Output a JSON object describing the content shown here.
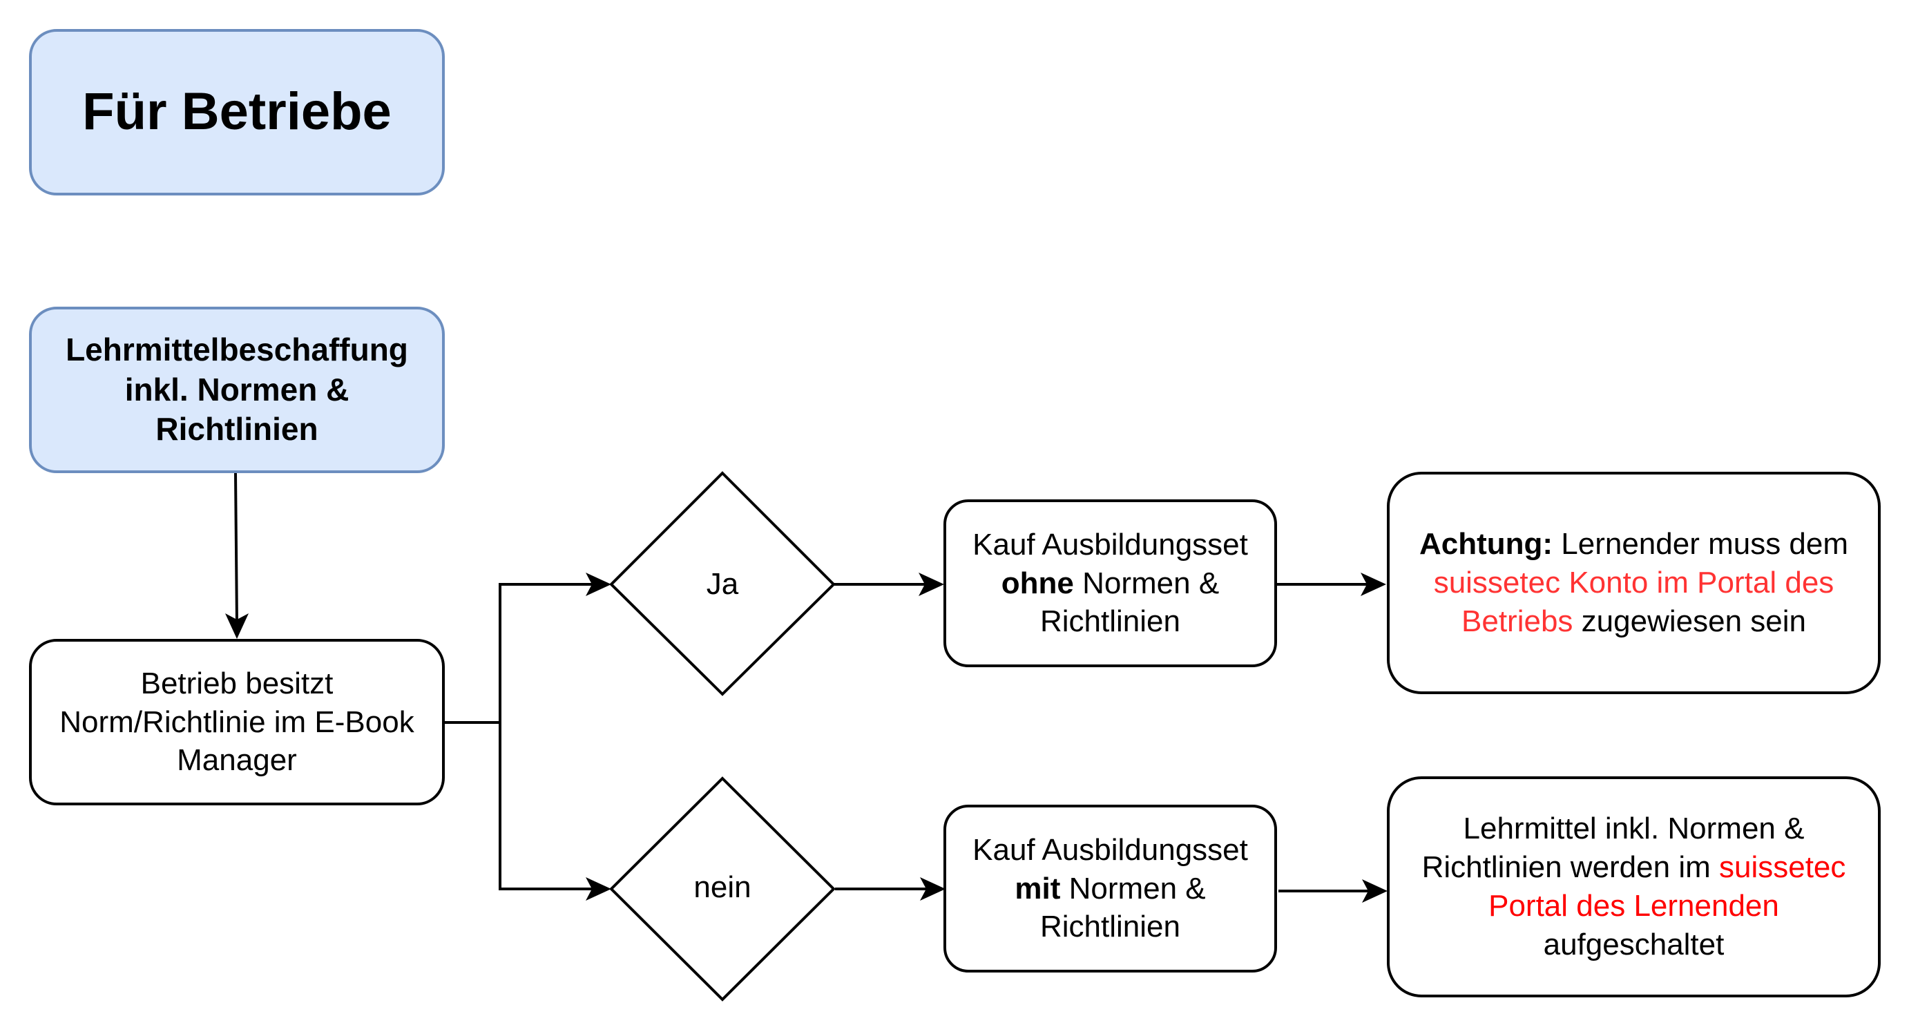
{
  "header": {
    "title": "Für Betriebe"
  },
  "start": {
    "label_lines": [
      "Lehrmittelbeschaffung",
      "inkl. Normen &",
      "Richtlinien"
    ]
  },
  "question": {
    "label_lines": [
      "Betrieb besitzt",
      "Norm/Richtlinie im E-Book",
      "Manager"
    ]
  },
  "decisions": {
    "yes": "Ja",
    "no": "nein"
  },
  "purchase_without": {
    "line1": "Kauf Ausbildungsset",
    "bold": "ohne",
    "line2_rest": " Normen &",
    "line3": "Richtlinien"
  },
  "purchase_with": {
    "line1": "Kauf Ausbildungsset",
    "bold": "mit",
    "line2_rest": " Normen &",
    "line3": "Richtlinien"
  },
  "note_attention": {
    "bold": "Achtung:",
    "line1_rest": " Lernender muss dem",
    "red_line2": "suissetec Konto im Portal des",
    "red_line3": "Betriebs",
    "line3_rest": " zugewiesen sein"
  },
  "note_unlocked": {
    "line1": "Lehrmittel inkl. Normen &",
    "line2_start": "Richtlinien werden im ",
    "red_line2": "suissetec",
    "red_line3": "Portal des Lernenden",
    "line4": "aufgeschaltet"
  },
  "colors": {
    "blue_fill": "#dae8fc",
    "blue_stroke": "#6c8ebf",
    "highlight_red": "#ff3333"
  }
}
